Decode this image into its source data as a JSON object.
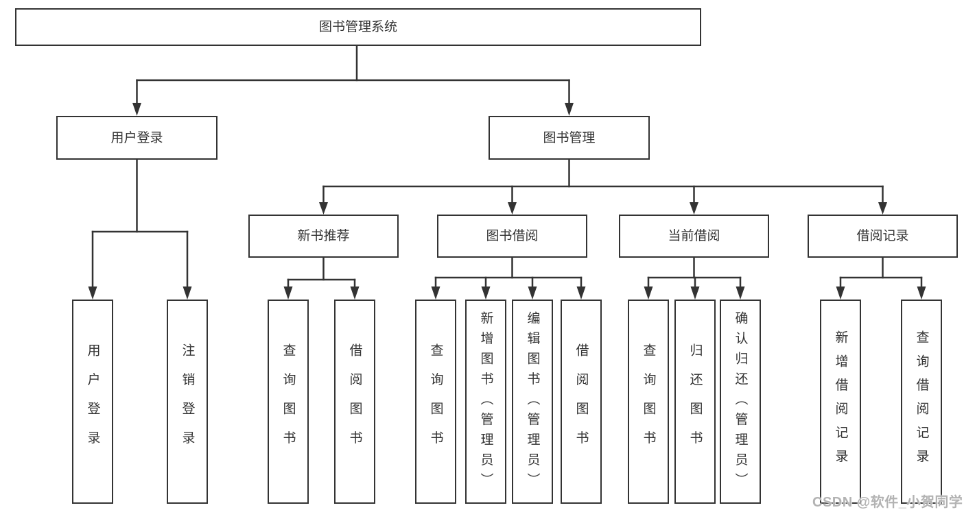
{
  "tree": {
    "root": "图书管理系统",
    "children": [
      {
        "label": "用户登录",
        "children": [
          "用户登录",
          "注销登录"
        ]
      },
      {
        "label": "图书管理",
        "children": [
          {
            "label": "新书推荐",
            "children": [
              "查询图书",
              "借阅图书"
            ]
          },
          {
            "label": "图书借阅",
            "children": [
              "查询图书",
              "新增图书（管理员）",
              "编辑图书（管理员）",
              "借阅图书"
            ]
          },
          {
            "label": "当前借阅",
            "children": [
              "查询图书",
              "归还图书",
              "确认归还（管理员）"
            ]
          },
          {
            "label": "借阅记录",
            "children": [
              "新增借阅记录",
              "查询借阅记录"
            ]
          }
        ]
      }
    ]
  },
  "watermark": {
    "text": "CSDN @软件_小贺同学"
  },
  "colors": {
    "line": "#333333",
    "text": "#333333",
    "box_bg": "#ffffff",
    "page_bg": "#ffffff",
    "watermark_color": "#b3b3b3"
  }
}
